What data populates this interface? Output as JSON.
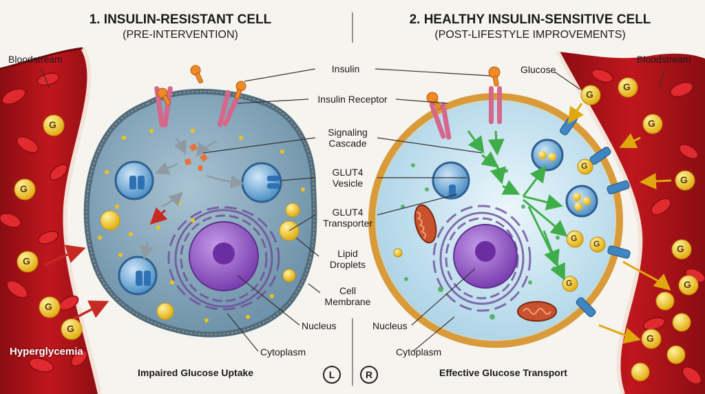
{
  "left_panel": {
    "title": "1. INSULIN-RESISTANT CELL",
    "subtitle": "(PRE-INTERVENTION)",
    "bloodstream_label": "Bloodstream",
    "condition_label": "Hyperglycemia",
    "caption": "Impaired Glucose Uptake",
    "badge": "L"
  },
  "right_panel": {
    "title": "2. HEALTHY INSULIN-SENSITIVE CELL",
    "subtitle": "(POST-LIFESTYLE IMPROVEMENTS)",
    "bloodstream_label": "Bloodstream",
    "glucose_label": "Glucose",
    "caption": "Effective Glucose Transport",
    "badge": "R"
  },
  "center_labels": {
    "insulin": "Insulin",
    "insulin_receptor": "Insulin Receptor",
    "signaling_1": "Signaling",
    "signaling_2": "Cascade",
    "glut4_vesicle_1": "GLUT4",
    "glut4_vesicle_2": "Vesicle",
    "glut4_transporter_1": "GLUT4",
    "glut4_transporter_2": "Transporter",
    "lipid_1": "Lipid",
    "lipid_2": "Droplets",
    "membrane_1": "Cell",
    "membrane_2": "Membrane",
    "nucleus_left": "Nucleus",
    "cytoplasm_left": "Cytoplasm",
    "nucleus_right": "Nucleus",
    "cytoplasm_right": "Cytoplasm"
  },
  "glucose_symbol": "G",
  "colors": {
    "blood": "#b3141a",
    "blood_dark": "#7a0b10",
    "rbc": "#d8262b",
    "glucose": "#f2c81c",
    "insulin": "#ef8a26",
    "receptor": "#d6678a",
    "cell_left": "#7fa2b8",
    "cell_right": "#cfe6f2",
    "membrane_right": "#d99a3a",
    "nucleus": "#8e56c2",
    "glut4": "#3f86c4",
    "arrow_green": "#3fae4a",
    "arrow_red": "#c62a22",
    "mito": "#c9522e"
  }
}
